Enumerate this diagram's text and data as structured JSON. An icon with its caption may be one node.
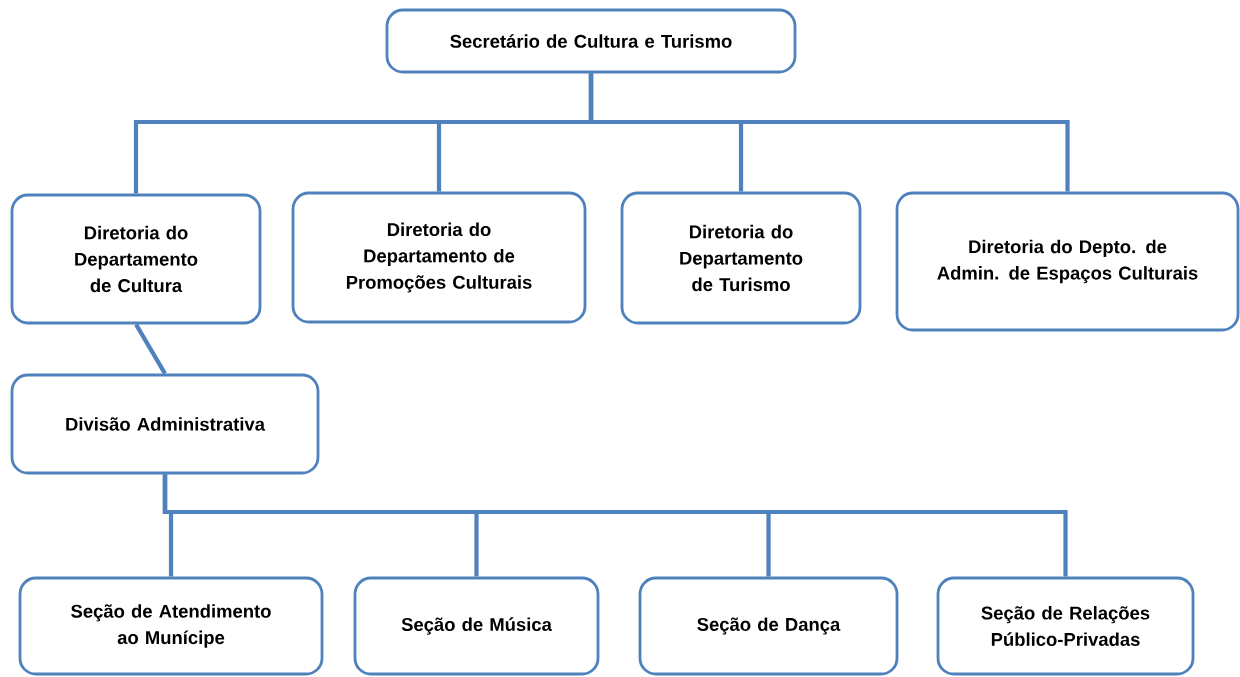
{
  "diagram": {
    "nodes": [
      {
        "text": [
          "Secretário de Cultura e Turismo"
        ]
      },
      {
        "text": [
          "Diretoria do Departamento de Cultura"
        ]
      },
      {
        "text": [
          "Diretoria do Departamento de Promoções Culturais"
        ]
      },
      {
        "text": [
          "Diretoria do Departamento de Turismo"
        ]
      },
      {
        "text": [
          "Diretoria do Depto. de Admin. de Espaços Culturais"
        ]
      },
      {
        "text": [
          "Divisão Administrativa"
        ]
      },
      {
        "text": [
          "Seção de Atendimento ao Munícipe"
        ]
      },
      {
        "text": [
          "Seção de Música"
        ]
      },
      {
        "text": [
          "Seção de Dança"
        ]
      },
      {
        "text": [
          "Seção de Relações Público-Privadas"
        ]
      }
    ],
    "edges": [
      {
        "from": 0,
        "to": 1,
        "arrow": "none"
      },
      {
        "from": 0,
        "to": 2,
        "arrow": "none"
      },
      {
        "from": 0,
        "to": 3,
        "arrow": "none"
      },
      {
        "from": 0,
        "to": 4,
        "arrow": "none"
      },
      {
        "from": 1,
        "to": 5,
        "arrow": "none"
      },
      {
        "from": 5,
        "to": 6,
        "arrow": "none"
      },
      {
        "from": 5,
        "to": 7,
        "arrow": "none"
      },
      {
        "from": 5,
        "to": 8,
        "arrow": "none"
      },
      {
        "from": 5,
        "to": 9,
        "arrow": "none"
      }
    ]
  }
}
